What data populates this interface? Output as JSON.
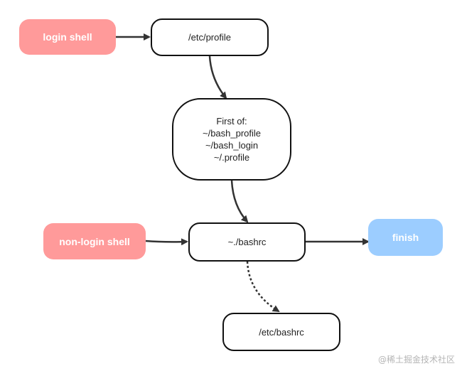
{
  "nodes": {
    "login_shell": {
      "label": "login shell",
      "color": "#ff9a9a"
    },
    "etc_profile": {
      "label": "/etc/profile"
    },
    "first_of": {
      "lines": [
        "First of:",
        "~/bash_profile",
        "~/bash_login",
        "~/.profile"
      ]
    },
    "non_login_shell": {
      "label": "non-login shell",
      "color": "#ff9a9a"
    },
    "bashrc": {
      "label": "~./bashrc"
    },
    "finish": {
      "label": "finish",
      "color": "#9ccdff"
    },
    "etc_bashrc": {
      "label": "/etc/bashrc"
    }
  },
  "watermark": "@稀土掘金技术社区"
}
